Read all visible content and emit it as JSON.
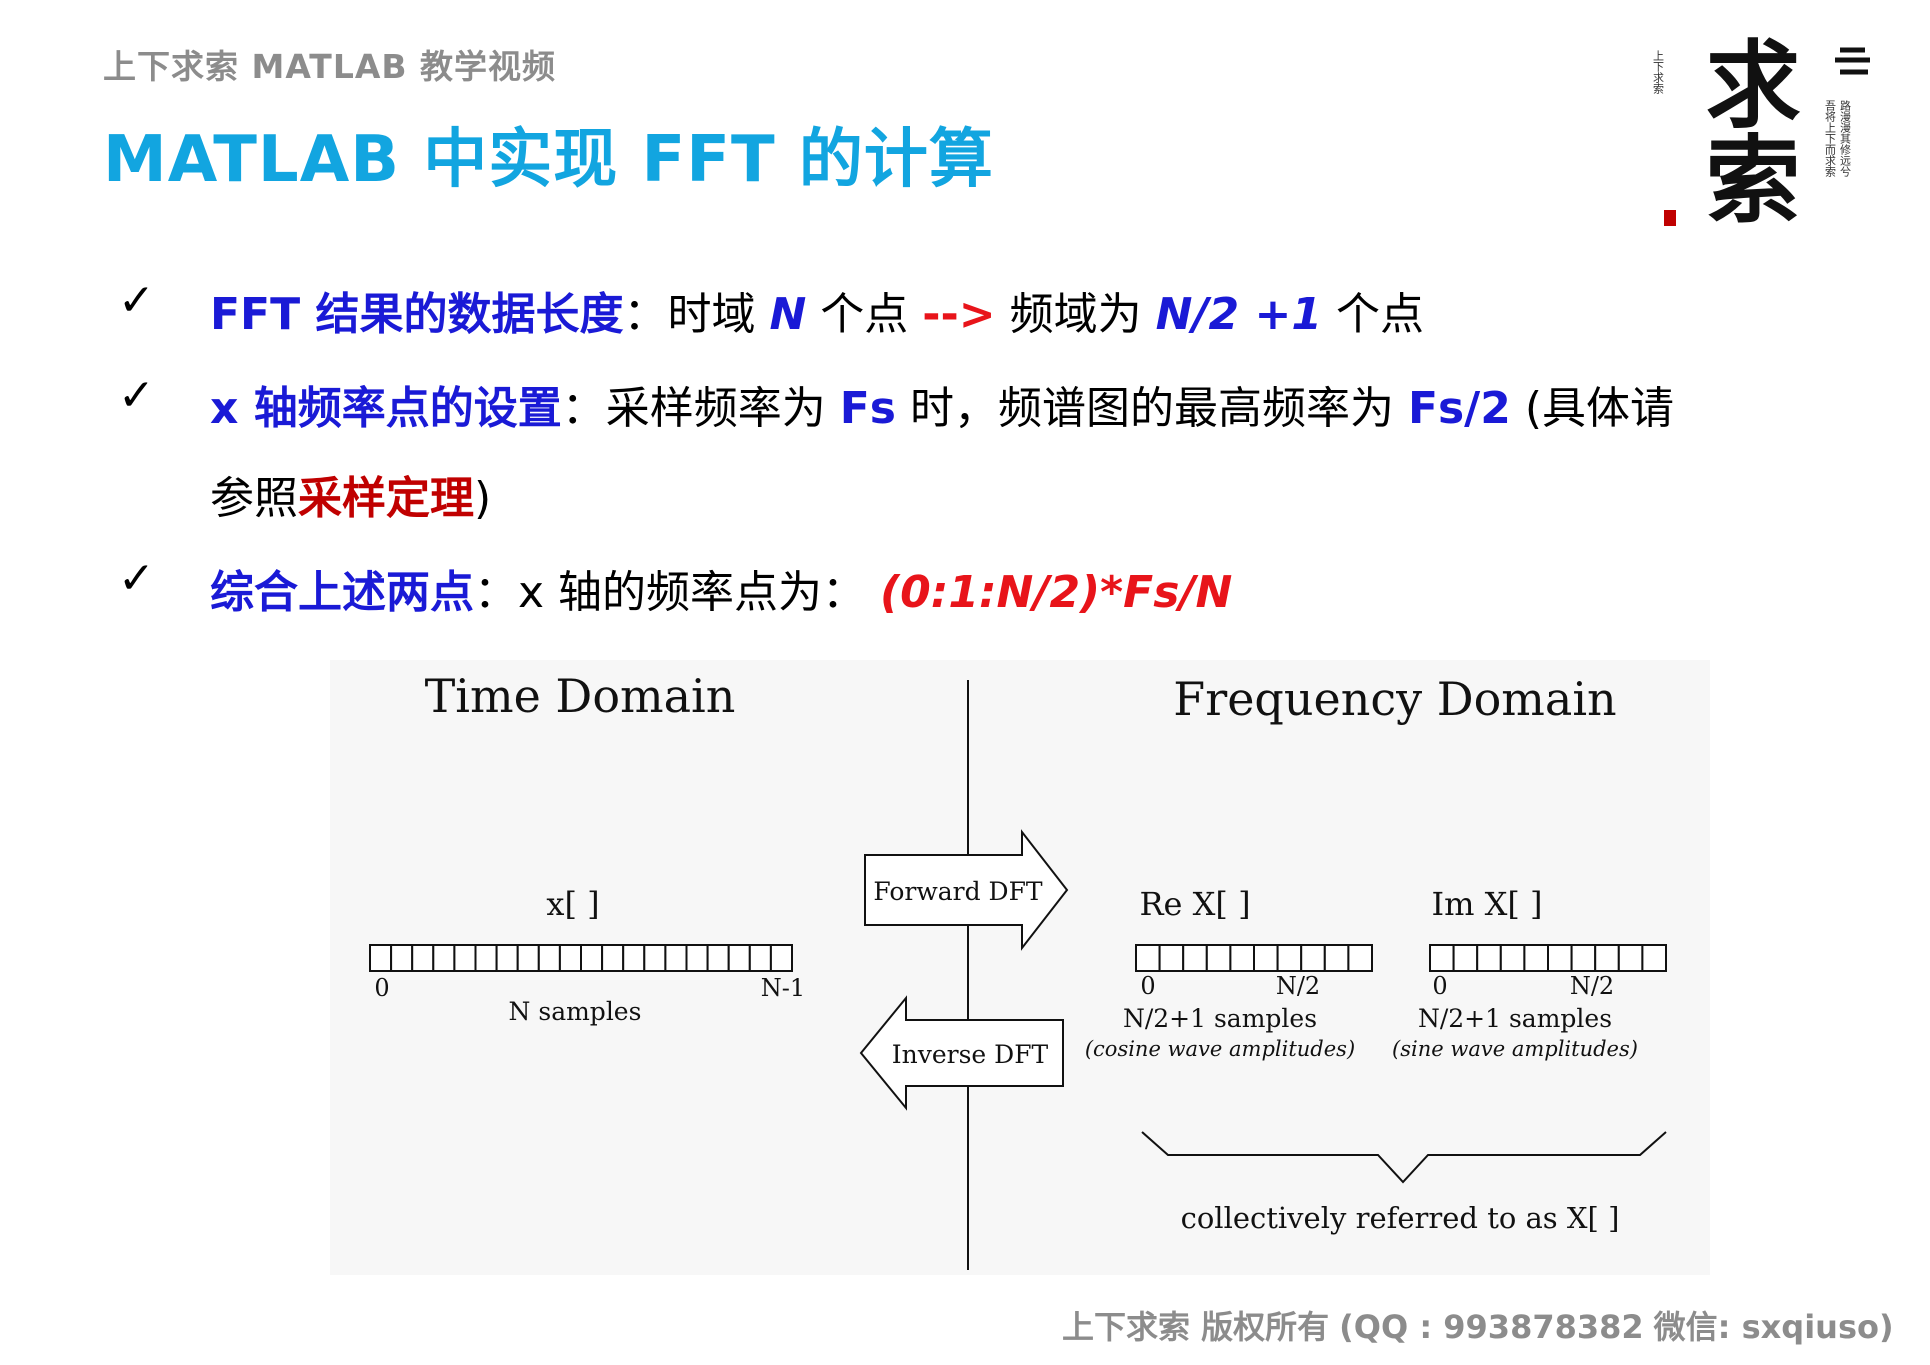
{
  "header": {
    "course": "上下求索 MATLAB 教学视频",
    "title": "MATLAB 中实现 FFT 的计算"
  },
  "logo": {
    "chars": "求索",
    "side_text_1": "上下求索",
    "side_text_2": "路漫漫其修远兮",
    "side_text_3": "吾将上下而求索"
  },
  "bullets": {
    "check_symbol": "✓",
    "b1": {
      "label": "FFT 结果的数据长度",
      "t1": "：时域 ",
      "n": "N",
      "t2": " 个点  ",
      "arrow": "-->",
      "t3": "  频域为 ",
      "n2": "N/2 +1",
      "t4": " 个点"
    },
    "b2": {
      "label": "x 轴频率点的设置",
      "t1": "：采样频率为 ",
      "fs": "Fs",
      "t2": " 时，频谱图的最高频率为 ",
      "fs2": "Fs/2",
      "t3": " (具体请",
      "line2_pre": "参照",
      "line2_red": "采样定理",
      "line2_post": ")"
    },
    "b3": {
      "label": "综合上述两点",
      "t1": "：x 轴的频率点为：  ",
      "formula": "(0:1:N/2)*Fs/N"
    }
  },
  "diagram": {
    "time_title": "Time Domain",
    "freq_title": "Frequency Domain",
    "x_label": "x[  ]",
    "x_start": "0",
    "x_end": "N-1",
    "x_samples": "N samples",
    "forward": "Forward DFT",
    "inverse": "Inverse DFT",
    "re_label": "Re X[  ]",
    "im_label": "Im X[  ]",
    "re_start": "0",
    "re_end": "N/2",
    "im_start": "0",
    "im_end": "N/2",
    "re_samples": "N/2+1 samples",
    "im_samples": "N/2+1 samples",
    "re_desc": "(cosine wave amplitudes)",
    "im_desc": "(sine wave amplitudes)",
    "collective": "collectively referred to as X[  ]"
  },
  "footer": {
    "owner": "上下求索  版权所有",
    "qq": "(QQ : 993878382",
    "wechat": "微信: sxqiuso)"
  }
}
